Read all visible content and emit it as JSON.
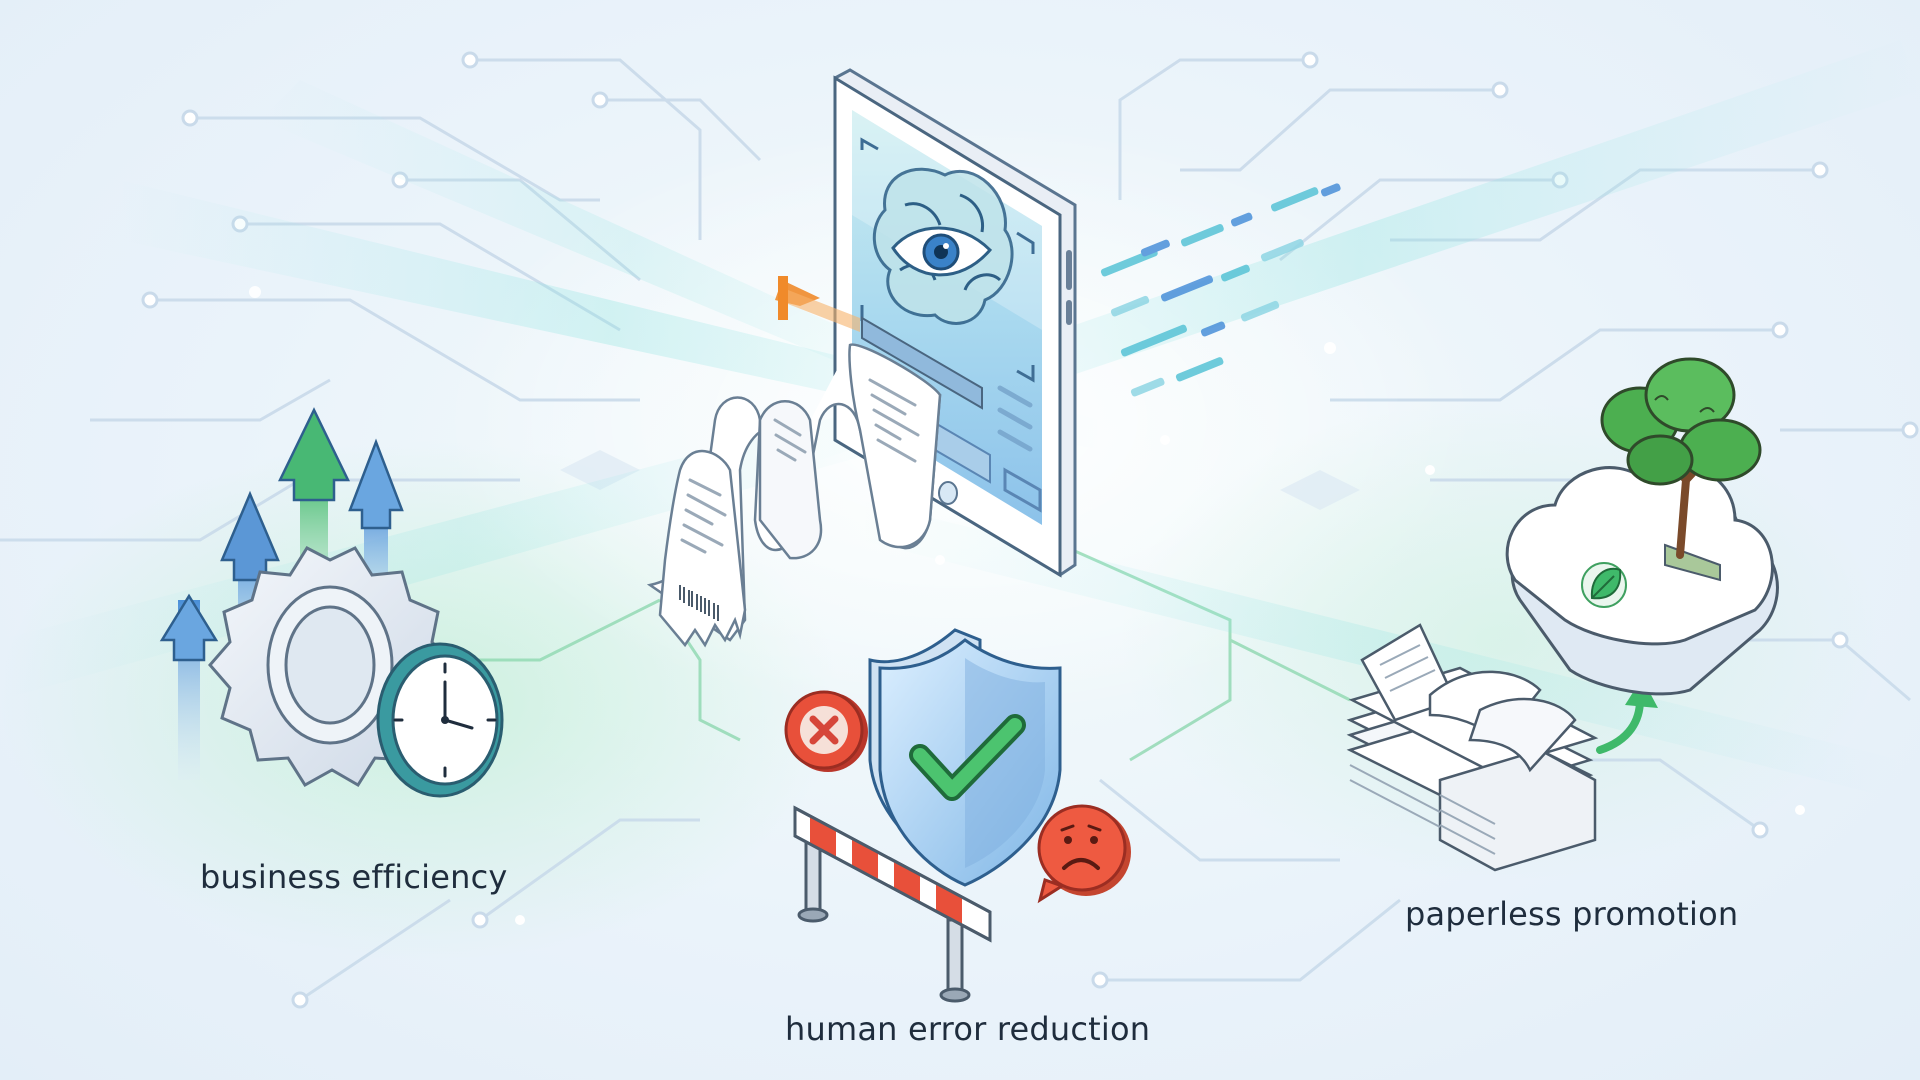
{
  "labels": {
    "business_efficiency": "business efficiency",
    "human_error_reduction": "human error reduction",
    "paperless_promotion": "paperless promotion"
  },
  "icons": {
    "center": [
      "tablet-icon",
      "ai-eye-brain-icon",
      "receipt-roll-icon",
      "barcode-icon",
      "scan-beam-icon",
      "data-stream-icon"
    ],
    "efficiency": [
      "gear-icon",
      "clock-icon",
      "up-arrows-icon"
    ],
    "error_reduction": [
      "shield-check-icon",
      "error-x-icon",
      "sad-face-icon",
      "barrier-icon"
    ],
    "paperless": [
      "paper-stack-icon",
      "cloud-icon",
      "tree-icon",
      "leaf-icon",
      "up-arrow-icon"
    ]
  },
  "colors": {
    "accent_blue": "#4a90d9",
    "accent_teal": "#3fd0d0",
    "accent_green": "#3fb96a",
    "error_red": "#e8503a",
    "scan_orange": "#f08a2a",
    "text_dark": "#1f2d3d"
  }
}
